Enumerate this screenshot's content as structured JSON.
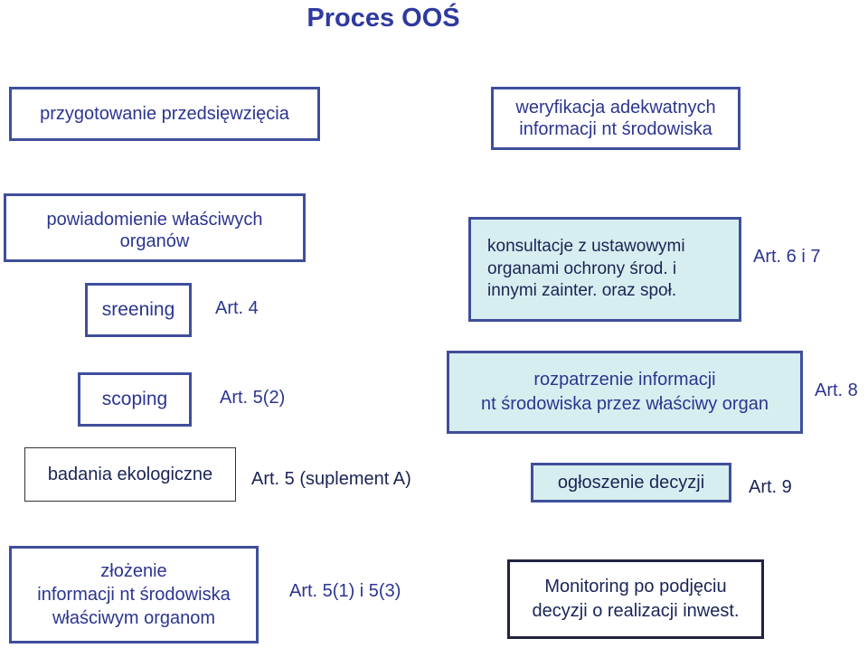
{
  "title": "Proces OOŚ",
  "boxes": {
    "preparation": "przygotowanie przedsięwzięcia",
    "verification": "weryfikacja adekwatnych\ninformacji nt środowiska",
    "notification": "powiadomienie właściwych\norganów",
    "screening": "sreening",
    "consultation": "konsultacje z ustawowymi\norganami ochrony środ. i\ninnymi zainter. oraz społ.",
    "scoping": "scoping",
    "review": "rozpatrzenie informacji\nnt środowiska przez właściwy organ",
    "ecological_studies": "badania ekologiczne",
    "decision": "ogłoszenie decyzji",
    "submission": "złożenie\ninformacji nt środowiska\nwłaściwym organom",
    "monitoring": "Monitoring po podjęciu\ndecyzji o realizacji inwest."
  },
  "articles": {
    "art4": "Art. 4",
    "art6_7": "Art. 6 i 7",
    "art5_2": "Art. 5(2)",
    "art8": "Art. 8",
    "art5_suppA": "Art. 5 (suplement A)",
    "art9": "Art. 9",
    "art5_1_3": "Art. 5(1) i 5(3)"
  },
  "colors": {
    "title": "#2E3A9E",
    "text": "#2C3590",
    "border": "#3F4E9C",
    "fill": "#D7EEF0"
  }
}
